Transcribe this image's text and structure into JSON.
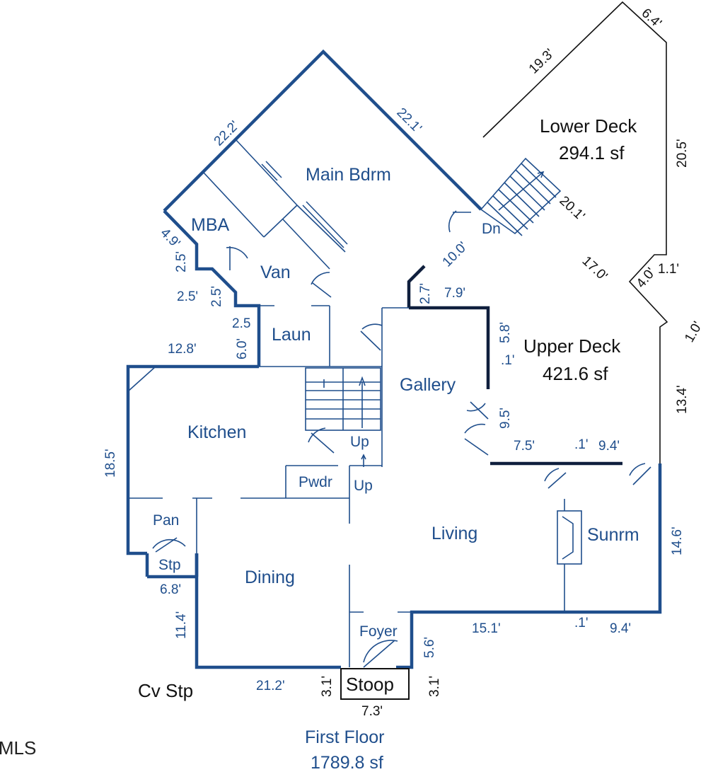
{
  "rooms": {
    "main_bdrm": "Main Bdrm",
    "mba": "MBA",
    "van": "Van",
    "laun": "Laun",
    "kitchen": "Kitchen",
    "gallery": "Gallery",
    "pwdr": "Pwdr",
    "up1": "Up",
    "up2": "Up",
    "pan": "Pan",
    "stp": "Stp",
    "dining": "Dining",
    "living": "Living",
    "sunrm": "Sunrm",
    "foyer": "Foyer",
    "stoop": "Stoop",
    "dn": "Dn",
    "cv_stp": "Cv Stp"
  },
  "areas": {
    "lower_deck_name": "Lower Deck",
    "lower_deck_area": "294.1 sf",
    "upper_deck_name": "Upper Deck",
    "upper_deck_area": "421.6 sf",
    "first_floor_name": "First Floor",
    "first_floor_area": "1789.8 sf"
  },
  "dimensions": {
    "d_6_4": "6.4'",
    "d_19_3": "19.3'",
    "d_20_5": "20.5'",
    "d_22_2": "22.2'",
    "d_22_1": "22.1'",
    "d_20_1": "20.1'",
    "d_4_9": "4.9'",
    "d_10_0": "10.0'",
    "d_17_0": "17.0'",
    "d_4_0": "4.0'",
    "d_1_1": "1.1'",
    "d_2_5a": "2.5'",
    "d_2_5b": "2.5'",
    "d_2_5c": "2.5'",
    "d_2_5d": "2.5",
    "d_2_7": "2.7'",
    "d_7_9": "7.9'",
    "d_5_8": "5.8'",
    "d_01a": ".1'",
    "d_1_0": "1.0'",
    "d_6_0": "6.0'",
    "d_12_8": "12.8'",
    "d_13_4": "13.4'",
    "d_9_5": "9.5'",
    "d_7_5": "7.5'",
    "d_01b": ".1'",
    "d_9_4a": "9.4'",
    "d_18_5": "18.5'",
    "d_14_6": "14.6'",
    "d_6_8": "6.8'",
    "d_11_4": "11.4'",
    "d_15_1": "15.1'",
    "d_01c": ".1'",
    "d_9_4b": "9.4'",
    "d_5_6": "5.6'",
    "d_21_2": "21.2'",
    "d_3_1a": "3.1'",
    "d_3_1b": "3.1'",
    "d_7_3": "7.3'"
  },
  "watermark": "TMLS",
  "colors": {
    "plan_blue": "#1f4e8c",
    "deck_black": "#111111"
  }
}
